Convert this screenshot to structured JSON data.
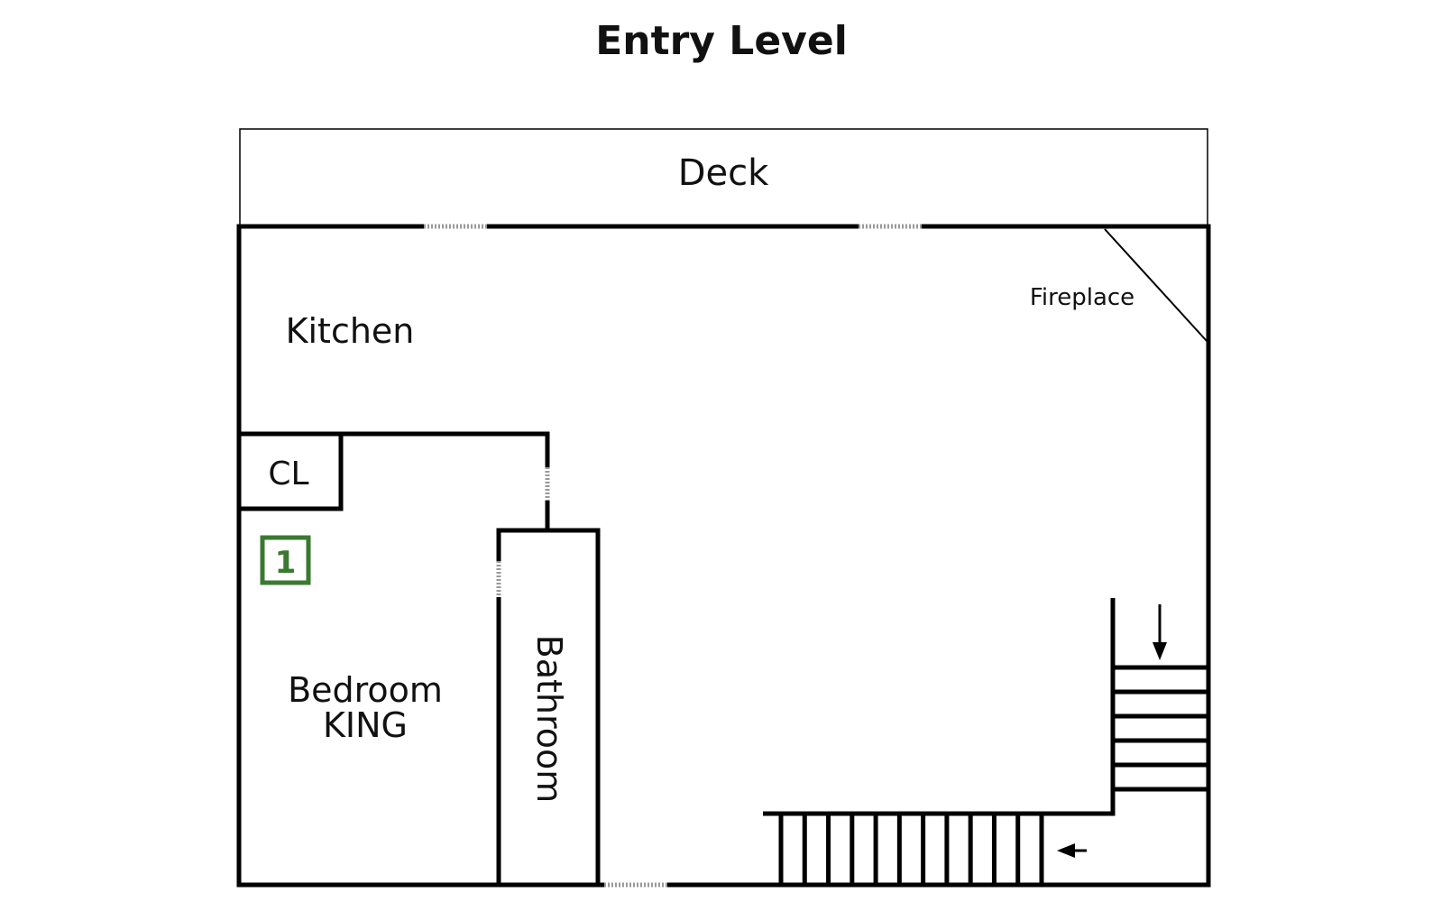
{
  "title": "Entry Level",
  "rooms": {
    "deck": "Deck",
    "kitchen": "Kitchen",
    "fireplace": "Fireplace",
    "closet": "CL",
    "bedroom_line1": "Bedroom",
    "bedroom_line2": "KING",
    "bathroom": "Bathroom"
  },
  "badge": {
    "number": "1"
  },
  "colors": {
    "wall": "#000000",
    "badge": "#3a7a30",
    "door": "#bbbbbb"
  }
}
